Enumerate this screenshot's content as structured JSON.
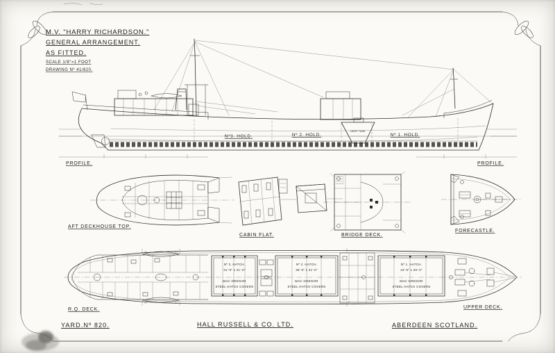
{
  "sheet": {
    "title_block": {
      "line1": "M.V. \"HARRY RICHARDSON.\"",
      "line2": "GENERAL ARRANGEMENT.",
      "line3": "AS FITTED.",
      "scale": "SCALE 1/8\"=1 FOOT",
      "drawing_no": "DRAWING Nº 41/820."
    },
    "profile": {
      "label_left": "PROFILE.",
      "label_right": "PROFILE.",
      "hold_3": "Nº3. HOLD.",
      "hold_2": "Nº 2. HOLD.",
      "hold_1": "Nº 1. HOLD.",
      "deep_tank": "DEEP TANK"
    },
    "deck_views": {
      "aft_deckhouse": "AFT DECKHOUSE TOP.",
      "cabin_flat": "CABIN FLAT.",
      "bridge_deck": "BRIDGE DECK.",
      "forecastle": "FORECASTLE."
    },
    "plan": {
      "label_left": "R.Q. DECK.",
      "label_right": "UPPER DECK.",
      "hatches": [
        {
          "name": "Nº 3. HATCH.",
          "size": "31'-0\" x 21'-0\"",
          "maker": "MAC GREGOR",
          "covers": "STEEL HATCH COVERS"
        },
        {
          "name": "Nº 2. HATCH.",
          "size": "38'-0\" x 21'-0\"",
          "maker": "MAC GREGOR",
          "covers": "STEEL HATCH COVERS"
        },
        {
          "name": "Nº 1. HATCH.",
          "size": "43'-0\" x 26'-0\"",
          "maker": "MAC GREGOR",
          "covers": "STEEL HATCH COVERS"
        }
      ]
    },
    "footer": {
      "yard_no": "YARD.Nº 820.",
      "builder": "HALL RUSSELL & CO. LTD.",
      "location": "ABERDEEN SCOTLAND."
    },
    "colors": {
      "paper": "#fbfaf6",
      "ink": "#2e2d2a"
    }
  }
}
